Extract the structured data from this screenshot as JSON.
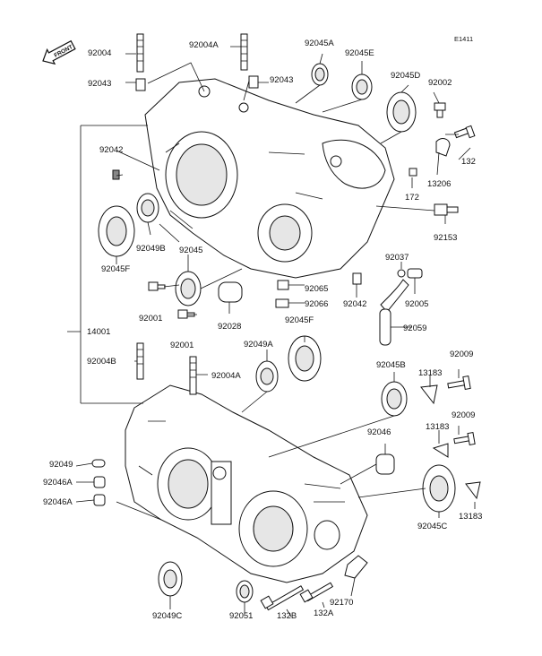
{
  "diagram_code": "E1411",
  "front_label": "FRONT",
  "labels": {
    "p92004_top": "92004",
    "p92043_left": "92043",
    "p92004a_top": "92004A",
    "p92043_mid": "92043",
    "p92045a": "92045A",
    "p92045e": "92045E",
    "p92045d": "92045D",
    "p92002": "92002",
    "p92042_left": "92042",
    "p132_right": "132",
    "p13206": "13206",
    "p172": "172",
    "p92153": "92153",
    "p92049b": "92049B",
    "p92045f_left": "92045F",
    "p92045": "92045",
    "p92037": "92037",
    "p92001_a": "92001",
    "p92065": "92065",
    "p92066": "92066",
    "p92042_mid": "92042",
    "p92005": "92005",
    "p92028": "92028",
    "p92001_b": "92001",
    "p92045f_mid": "92045F",
    "p92059": "92059",
    "p14001": "14001",
    "p92049a": "92049A",
    "p92004b": "92004B",
    "p92004a_low": "92004A",
    "p92045b": "92045B",
    "p92009_a": "92009",
    "p13183_a": "13183",
    "p92009_b": "92009",
    "p13183_b": "13183",
    "p92046": "92046",
    "p92049": "92049",
    "p92046a_1": "92046A",
    "p92046a_2": "92046A",
    "p92045c": "92045C",
    "p13183_c": "13183",
    "p92049c": "92049C",
    "p92051": "92051",
    "p132b": "132B",
    "p132a": "132A",
    "p92170": "92170"
  }
}
